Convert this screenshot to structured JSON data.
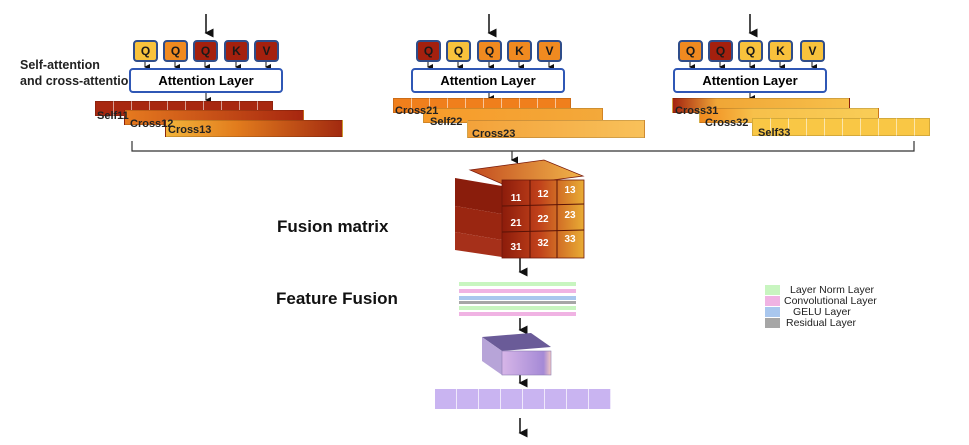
{
  "self_cross_label_line1": "Self-attention",
  "self_cross_label_line2": "and cross-attention",
  "attention_layer_label": "Attention Layer",
  "groups": [
    {
      "tokens": [
        {
          "text": "Q",
          "tone": "yellow"
        },
        {
          "text": "Q",
          "tone": "orange"
        },
        {
          "text": "Q",
          "tone": "dark"
        },
        {
          "text": "K",
          "tone": "dark"
        },
        {
          "text": "V",
          "tone": "dark"
        }
      ],
      "strips": [
        "Self11",
        "Cross12",
        "Cross13"
      ]
    },
    {
      "tokens": [
        {
          "text": "Q",
          "tone": "dark"
        },
        {
          "text": "Q",
          "tone": "yellow"
        },
        {
          "text": "Q",
          "tone": "orange"
        },
        {
          "text": "K",
          "tone": "orange"
        },
        {
          "text": "V",
          "tone": "orange"
        }
      ],
      "strips": [
        "Cross21",
        "Self22",
        "Cross23"
      ]
    },
    {
      "tokens": [
        {
          "text": "Q",
          "tone": "orange"
        },
        {
          "text": "Q",
          "tone": "dark"
        },
        {
          "text": "Q",
          "tone": "yellow"
        },
        {
          "text": "K",
          "tone": "yellow"
        },
        {
          "text": "V",
          "tone": "yellow"
        }
      ],
      "strips": [
        "Cross31",
        "Cross32",
        "Self33"
      ]
    }
  ],
  "fusion_matrix_label": "Fusion matrix",
  "matrix_cells": [
    "11",
    "12",
    "13",
    "21",
    "22",
    "23",
    "31",
    "32",
    "33"
  ],
  "feature_fusion_label": "Feature Fusion",
  "legend": [
    {
      "label": "Layer Norm Layer",
      "color": "#c8f5c0"
    },
    {
      "label": "Convolutional Layer",
      "color": "#f0b3e3"
    },
    {
      "label": "GELU Layer",
      "color": "#a9c7ee"
    },
    {
      "label": "Residual Layer",
      "color": "#a6a6a6"
    }
  ]
}
